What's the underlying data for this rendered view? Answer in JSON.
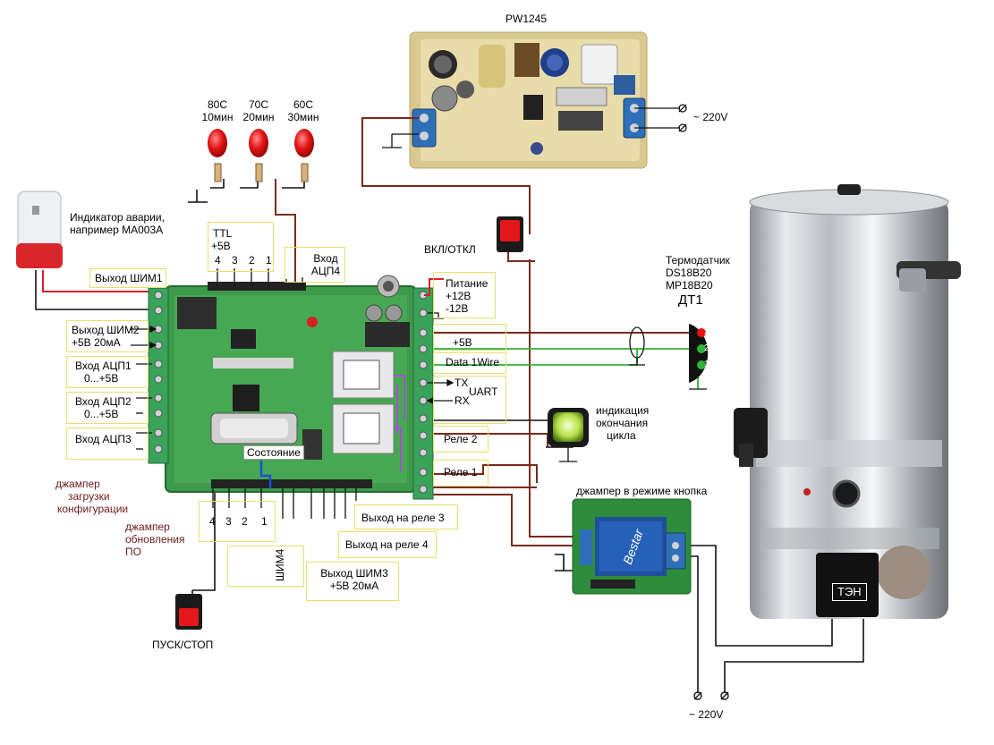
{
  "psu": {
    "title": "PW1245",
    "mains": "~ 220V"
  },
  "leds": [
    {
      "temp": "80C",
      "time": "10мин"
    },
    {
      "temp": "70C",
      "time": "20мин"
    },
    {
      "temp": "60C",
      "time": "30мин"
    }
  ],
  "alarm": {
    "label_line1": "Индикатор аварии,",
    "label_line2": "например МА003А"
  },
  "switch_top": "ВКЛ/ОТКЛ",
  "ttl": {
    "title": "TTL",
    "voltage": "+5В",
    "pins": [
      "4",
      "3",
      "2",
      "1"
    ]
  },
  "adc4": {
    "line1": "Вход",
    "line2": "АЦП4"
  },
  "left_labels": {
    "pwm1": "Выход ШИМ1",
    "pwm2_line1": "Выход ШИМ2",
    "pwm2_line2": "+5В 20мА",
    "adc1_line1": "Вход АЦП1",
    "adc1_line2": "0...+5В",
    "adc2_line1": "Вход АЦП2",
    "adc2_line2": "0...+5В",
    "adc3": "Вход АЦП3"
  },
  "right_labels": {
    "power_title": "Питание",
    "power_plus": "+12В",
    "power_minus": "-12В",
    "v5": "+5В",
    "data": "Data 1Wire",
    "tx": "TX",
    "rx": "RX",
    "uart": "UART",
    "relay2": "Реле 2",
    "relay1": "Реле 1"
  },
  "sensor": {
    "line1": "Термодатчик",
    "line2": "DS18B20",
    "line3": "MP18B20",
    "id": "ДТ1",
    "pins": [
      "3",
      "2",
      "1"
    ]
  },
  "indicator": {
    "line1": "индикация",
    "line2": "окончания",
    "line3": "цикла"
  },
  "board": {
    "state": "Состояние"
  },
  "jumpers": {
    "config_line1": "джампер",
    "config_line2": "загрузки",
    "config_line3": "конфигурации",
    "fw_line1": "джампер",
    "fw_line2": "обновления",
    "fw_line3": "ПО"
  },
  "bottom": {
    "pins": [
      "4",
      "3",
      "2",
      "1"
    ],
    "relay3": "Выход на реле 3",
    "relay4": "Выход на реле 4",
    "pwm4": "ШИМ4",
    "pwm3_line1": "Выход ШИМ3",
    "pwm3_line2": "+5В 20мА"
  },
  "start_stop": "ПУСК/СТОП",
  "relay_module": {
    "title": "джампер в режиме кнопка",
    "brand": "Bestar"
  },
  "heater": {
    "label": "ТЭН"
  },
  "mains_bottom": "~ 220V",
  "colors": {
    "wire_dark": "#7a2a1a",
    "wire_black": "#111111",
    "wire_green": "#2fb33a",
    "wire_purple": "#a64fd6",
    "wire_red": "#d9202a",
    "label_box": "#e6df6e",
    "pcb": "#3d9a4a",
    "terminal": "#3aa35a"
  }
}
